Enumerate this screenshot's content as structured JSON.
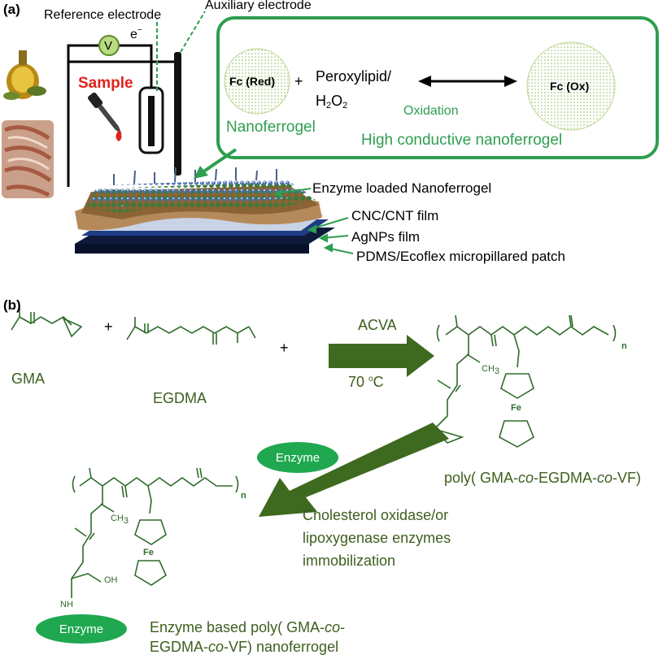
{
  "panel_a": {
    "label": "(a)",
    "reference_electrode": "Reference electrode",
    "auxiliary_electrode": "Auxiliary electrode",
    "voltmeter": "V",
    "electron": "e",
    "electron_sup": "−",
    "sample": "Sample",
    "reaction": {
      "fc_red": "Fc (Red)",
      "plus": "+",
      "peroxylipid": "Peroxylipid/",
      "h2o2_h": "H",
      "h2o2_sub": "2",
      "h2o2_o": "O",
      "h2o2_sub2": "2",
      "oxidation": "Oxidation",
      "fc_ox": "Fc (Ox)",
      "nanoferrogel": "Nanoferrogel",
      "high_conductive": "High conductive nanoferrogel"
    },
    "layers": {
      "enzyme_loaded": "Enzyme loaded Nanoferrogel",
      "cnc_cnt": "CNC/CNT film",
      "agnps": "AgNPs film",
      "pdms": "PDMS/Ecoflex micropillared patch"
    }
  },
  "panel_b": {
    "label": "(b)",
    "gma": "GMA",
    "egdma": "EGDMA",
    "plus1": "+",
    "plus2": "+",
    "acva": "ACVA",
    "temp": "70 ",
    "temp_sup": "o",
    "temp_unit": "C",
    "enzyme_pill_1": "Enzyme",
    "enzyme_pill_2": "Enzyme",
    "polymer_name_a": "poly( GMA-",
    "polymer_name_co1": "co",
    "polymer_name_b": "-EGDMA-",
    "polymer_name_co2": "co",
    "polymer_name_c": "-VF)",
    "immob_1": "Cholesterol oxidase/or",
    "immob_2": "lipoxygenase enzymes",
    "immob_3": "immobilization",
    "final_1a": "Enzyme based poly( GMA-",
    "final_1co": "co",
    "final_1b": "-",
    "final_2a": "EGDMA-",
    "final_2co": "co",
    "final_2b": "-VF) nanoferrogel",
    "chem": {
      "ch3_top": "CH",
      "ch3_sub": "3",
      "fe_top": "Fe",
      "n_top": "n",
      "ch3_bottom": "CH",
      "ch3_bottom_sub": "3",
      "fe_bottom": "Fe",
      "n_bottom": "n",
      "oh": "OH",
      "nh": "NH"
    }
  },
  "colors": {
    "green": "#2e9e4f",
    "dark_green": "#3e5e1e",
    "arrow_green": "#3d6a1e",
    "pill_green": "#1fa84f"
  }
}
